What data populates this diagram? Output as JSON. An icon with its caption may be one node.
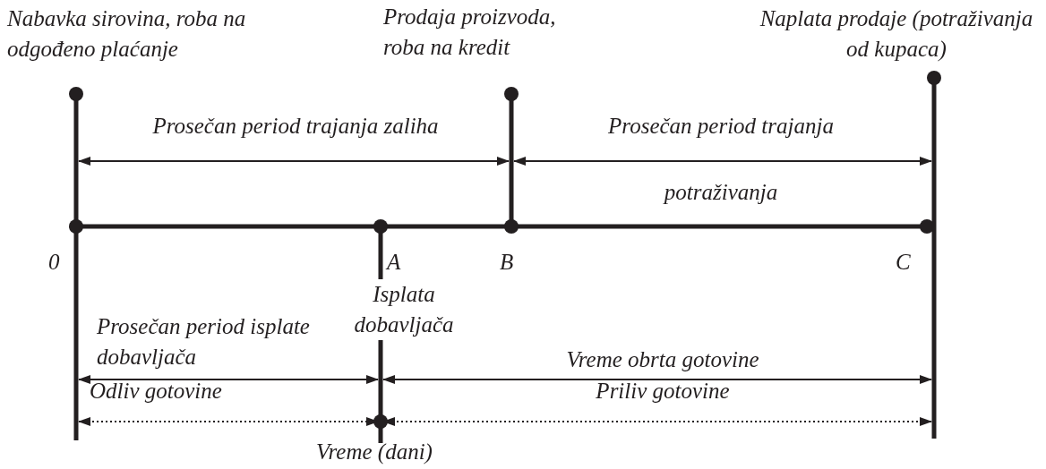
{
  "diagram": {
    "labels": [
      "Nabavka sirovina, roba na odgođeno plaćanje",
      "Prodaja proizvoda, roba na kredit",
      "Naplata prodaje (potraživanja od kupaca)",
      "Prosečan period trajanja zaliha",
      "Prosečan period trajanja",
      "potraživanja",
      "0",
      "A",
      "B",
      "C",
      "Isplata dobavljača",
      "Prosečan period isplate dobavljača",
      "Vreme obrta gotovine",
      "Odliv gotovine",
      "Priliv gotovine",
      "Vreme (dani)"
    ]
  }
}
